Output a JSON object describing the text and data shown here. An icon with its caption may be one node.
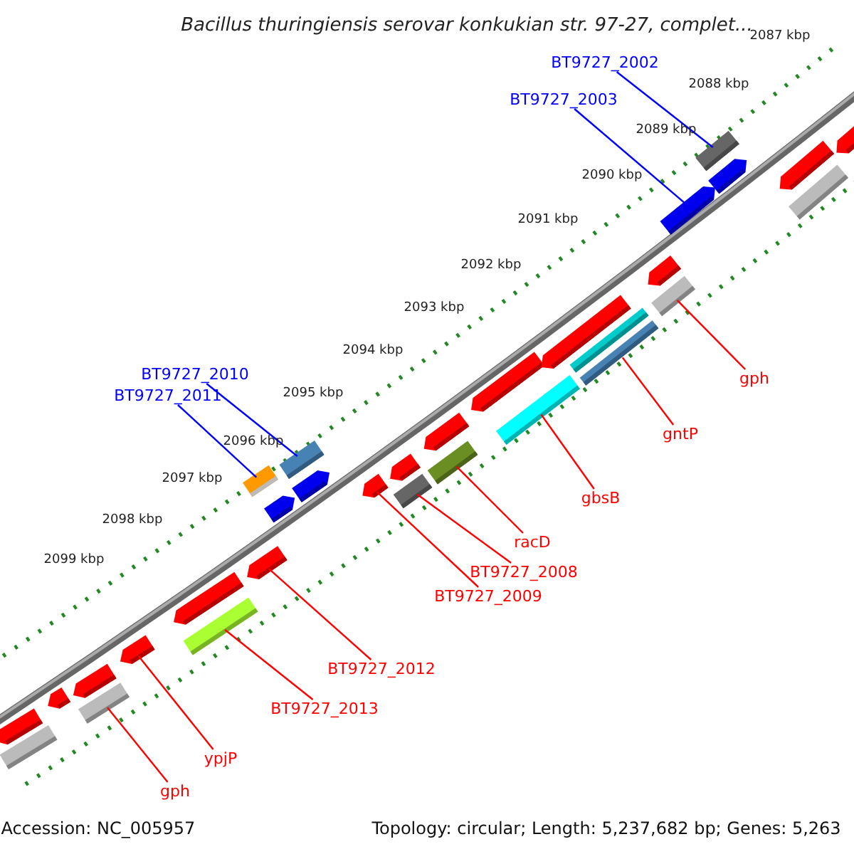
{
  "diagram": {
    "title": "Bacillus thuringiensis serovar konkukian str. 97-27, complet...",
    "nodes": [
      {
        "text": [
          "BT9727_2002"
        ]
      },
      {
        "text": [
          "BT9727_2003"
        ]
      },
      {
        "text": [
          "BT9727_2010"
        ]
      },
      {
        "text": [
          "gph"
        ]
      },
      {
        "text": [
          "BT9727_2011"
        ]
      },
      {
        "text": [
          "gntP"
        ]
      },
      {
        "text": [
          "gbsB"
        ]
      },
      {
        "text": [
          "racD"
        ]
      },
      {
        "text": [
          "BT9727_2008"
        ]
      },
      {
        "text": [
          "BT9727_2009"
        ]
      },
      {
        "text": [
          "BT9727_2012"
        ]
      },
      {
        "text": [
          "BT9727_2013"
        ]
      },
      {
        "text": [
          "ypjP"
        ]
      },
      {
        "text": [
          "gph"
        ]
      },
      {
        "text": [],
        "shape": "bar"
      },
      {
        "text": [],
        "shape": "bar"
      },
      {
        "text": [],
        "shape": "bar"
      },
      {
        "text": [],
        "shape": "bar"
      },
      {
        "text": [],
        "shape": "bar"
      },
      {
        "text": [],
        "shape": "bar"
      },
      {
        "text": [],
        "shape": "bar"
      },
      {
        "text": [],
        "shape": "bar"
      },
      {
        "text": [],
        "shape": "bar"
      },
      {
        "text": [],
        "shape": "bar"
      },
      {
        "text": [],
        "shape": "bar"
      },
      {
        "text": [],
        "shape": "bar"
      },
      {
        "text": [],
        "shape": "bar"
      },
      {
        "text": [],
        "shape": "bar"
      },
      {
        "text": [],
        "shape": "bar"
      },
      {
        "text": [],
        "shape": "bar"
      },
      {
        "text": [],
        "shape": "bar"
      },
      {
        "text": [],
        "shape": "bar"
      },
      {
        "text": [],
        "shape": "bar"
      },
      {
        "text": [],
        "shape": "bar"
      },
      {
        "text": [],
        "shape": "bar"
      },
      {
        "text": [],
        "shape": "bar"
      },
      {
        "text": [],
        "shape": "bar"
      },
      {
        "text": [],
        "shape": "bar"
      },
      {
        "text": [],
        "shape": "bar"
      },
      {
        "text": [],
        "shape": "bar"
      },
      {
        "text": [],
        "shape": "bar"
      },
      {
        "text": [],
        "shape": "bar"
      },
      {
        "text": [],
        "shape": "bar"
      },
      {
        "text": [],
        "shape": "bar"
      },
      {
        "text": [],
        "shape": "bar"
      }
    ],
    "edges": [
      {
        "from": 0,
        "to": 40,
        "arrow": "none",
        "color": "#0000ff"
      },
      {
        "from": 1,
        "to": 39,
        "arrow": "none",
        "color": "#0000ff"
      },
      {
        "from": 2,
        "to": 25,
        "arrow": "none",
        "color": "#0000ff"
      },
      {
        "from": 3,
        "to": 38,
        "arrow": "none"
      },
      {
        "from": 4,
        "to": 22,
        "arrow": "none",
        "color": "#0000ff"
      },
      {
        "from": 5,
        "to": 36,
        "arrow": "none"
      },
      {
        "from": 6,
        "to": 33,
        "arrow": "none"
      },
      {
        "from": 7,
        "to": 31,
        "arrow": "none"
      },
      {
        "from": 8,
        "to": 29,
        "arrow": "none"
      },
      {
        "from": 9,
        "to": 27,
        "arrow": "none"
      },
      {
        "from": 10,
        "to": 23,
        "arrow": "none"
      },
      {
        "from": 11,
        "to": 21,
        "arrow": "none"
      },
      {
        "from": 12,
        "to": 19,
        "arrow": "none"
      },
      {
        "from": 13,
        "to": 18,
        "arrow": "none"
      }
    ],
    "labels": [
      "2087 kbp",
      "2088 kbp",
      "2089 kbp",
      "2090 kbp",
      "2091 kbp",
      "2092 kbp",
      "2093 kbp",
      "2094 kbp",
      "2095 kbp",
      "2096 kbp",
      "2097 kbp",
      "2098 kbp",
      "2099 kbp",
      "Accession: NC_005957",
      "Topology: circular; Length: 5,237,682 bp; Genes: 5,263"
    ]
  }
}
